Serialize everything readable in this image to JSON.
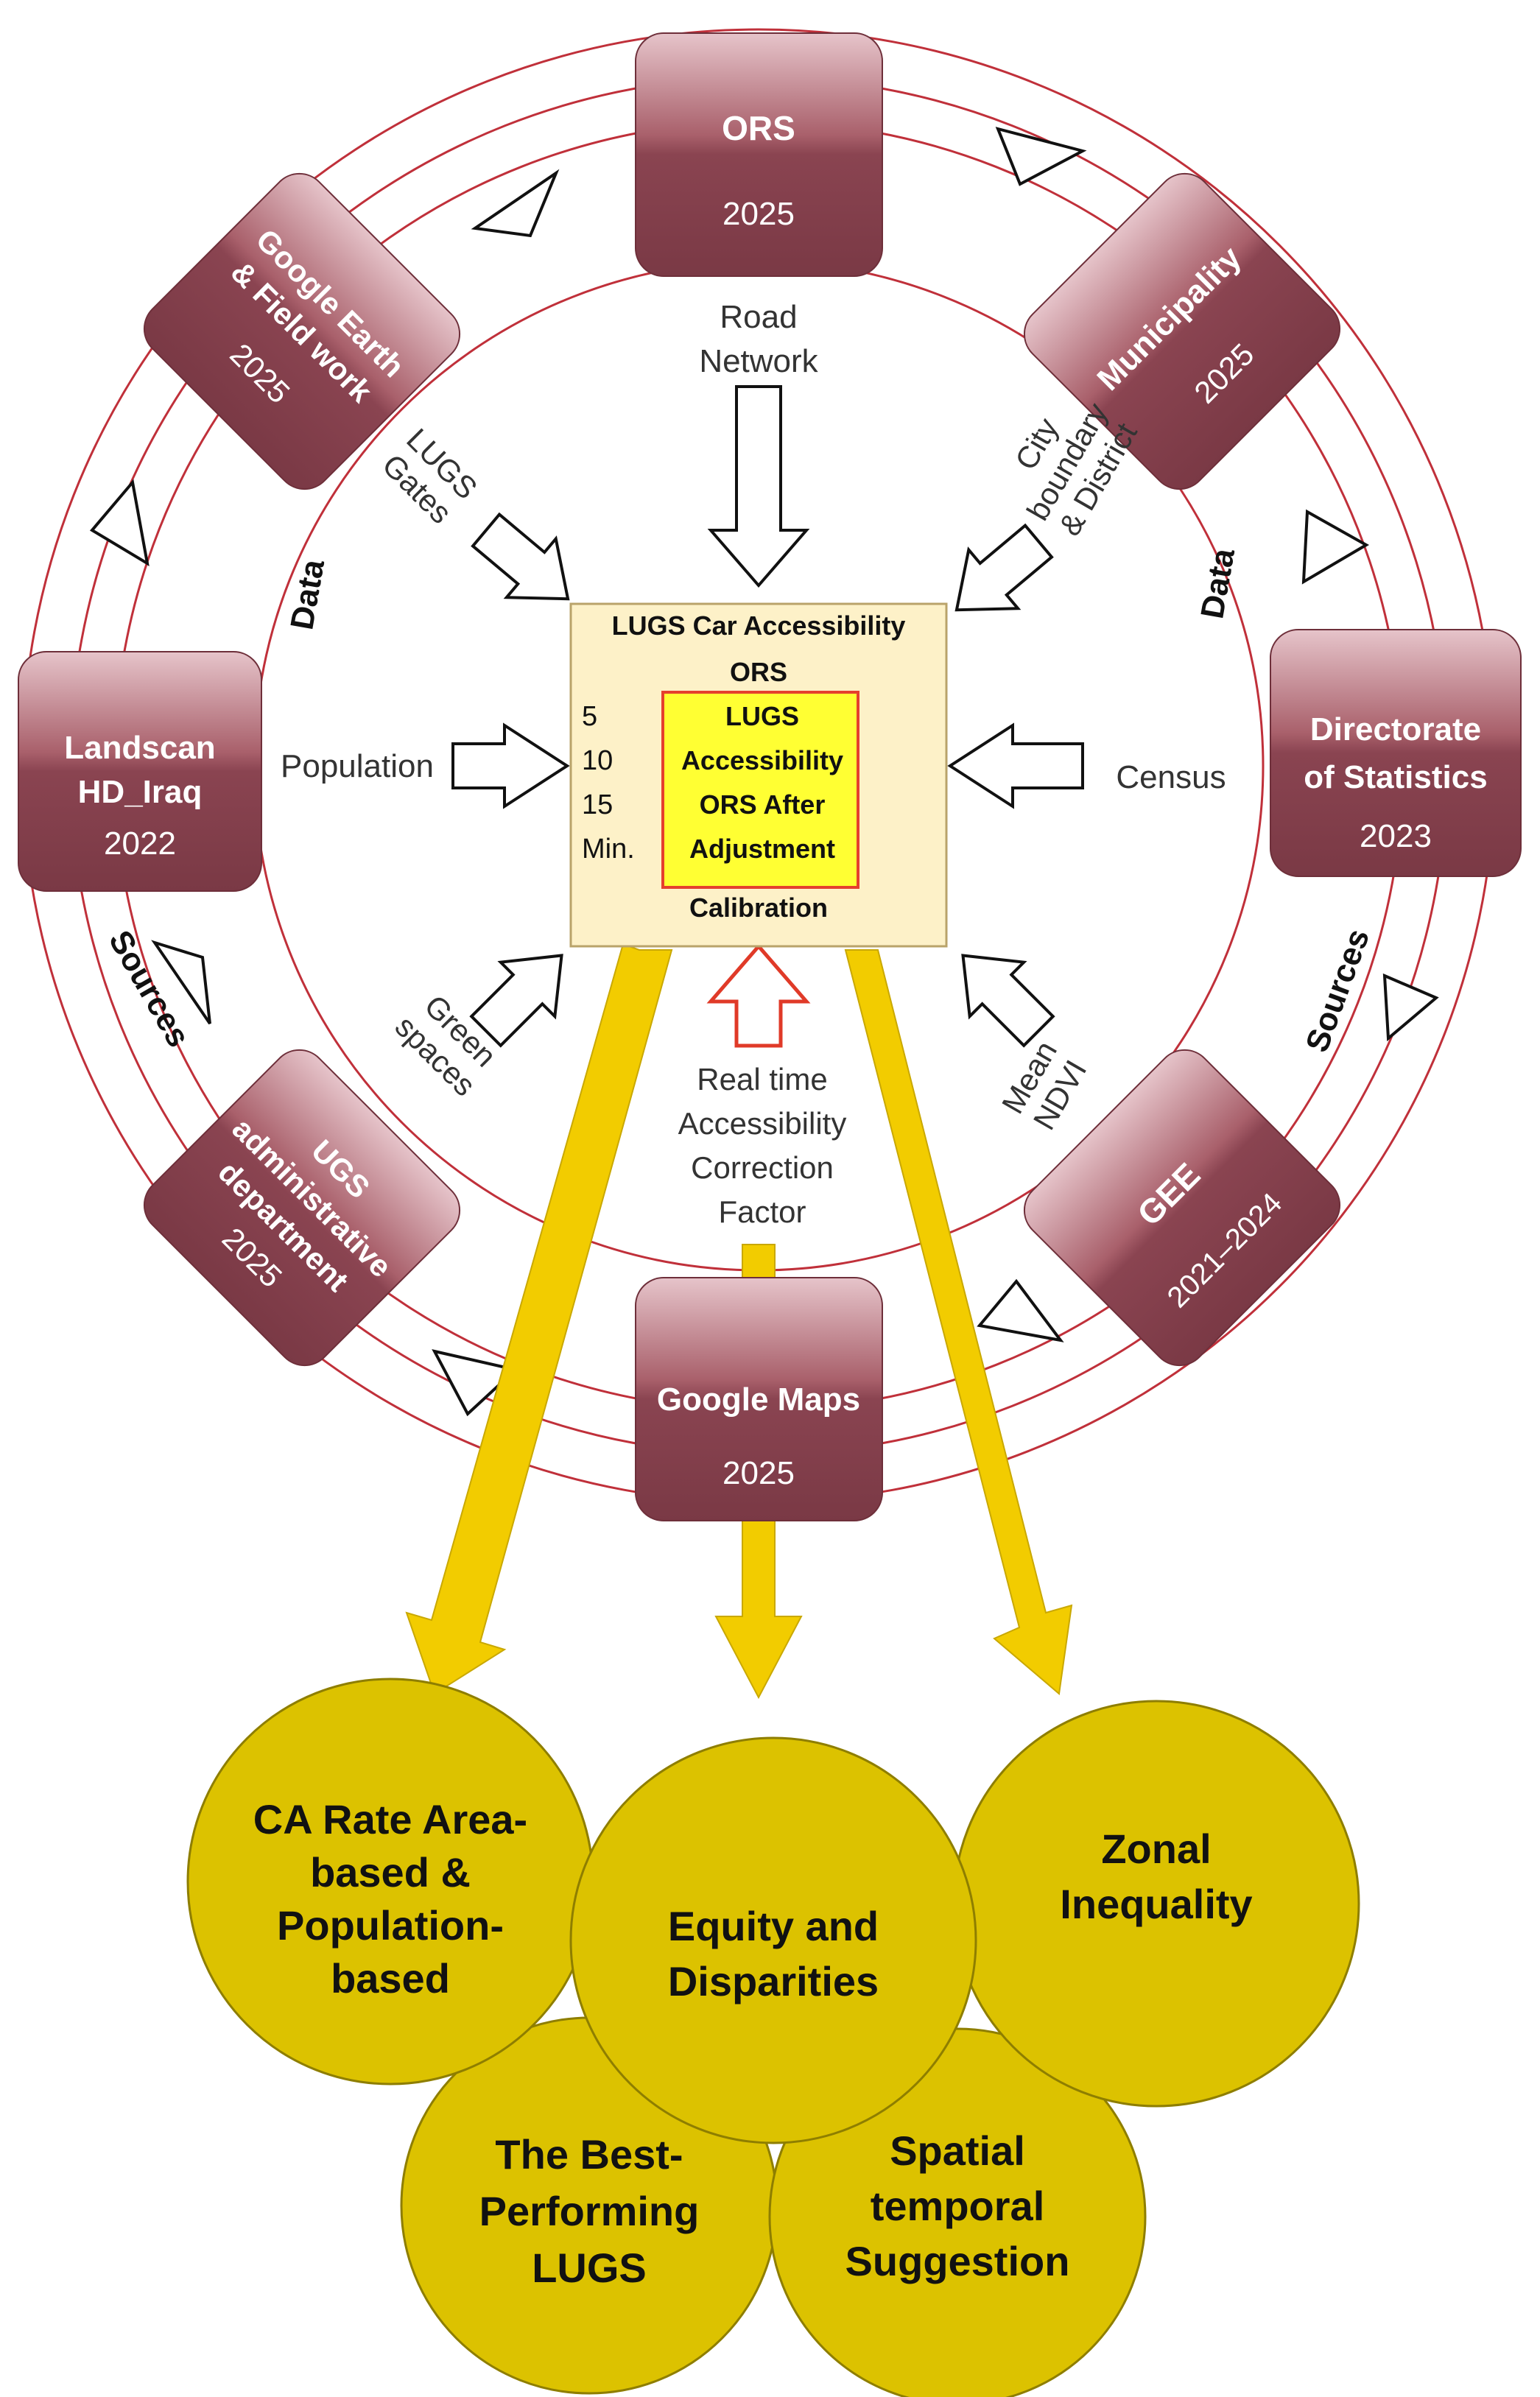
{
  "sources": {
    "ors": {
      "name": "ORS",
      "year": "2025"
    },
    "municipality": {
      "name": "Municipality",
      "year": "2025"
    },
    "directorate": {
      "name1": "Directorate",
      "name2": "of Statistics",
      "year": "2023"
    },
    "gee": {
      "name": "GEE",
      "year": "2021–2024"
    },
    "google_maps": {
      "name": "Google Maps",
      "year": "2025"
    },
    "ugs_admin": {
      "name1": "UGS",
      "name2": "administrative",
      "name3": "department",
      "year": "2025"
    },
    "landscan": {
      "name1": "Landscan",
      "name2": "HD_Iraq",
      "year": "2022"
    },
    "google_earth": {
      "name1": "Google Earth",
      "name2": "& Field work",
      "year": "2025"
    }
  },
  "ring_labels": {
    "data_left": "Data",
    "data_right": "Data",
    "sources_left": "Sources",
    "sources_right": "Sources"
  },
  "inputs": {
    "road_network": {
      "line1": "Road",
      "line2": "Network"
    },
    "city_boundary": {
      "line1": "City",
      "line2": "boundary",
      "line3": "& District"
    },
    "lugs_gates": {
      "line1": "LUGS",
      "line2": "Gates"
    },
    "population": "Population",
    "census": "Census",
    "green_spaces": {
      "line1": "Green",
      "line2": "spaces"
    },
    "mean_ndvi": {
      "line1": "Mean",
      "line2": "NDVI"
    },
    "correction": {
      "line1": "Real time",
      "line2": "Accessibility",
      "line3": "Correction",
      "line4": "Factor"
    }
  },
  "center": {
    "title1": "LUGS Car Accessibility",
    "title2": "ORS",
    "minutes": [
      "5",
      "10",
      "15",
      "Min."
    ],
    "inner": [
      "LUGS",
      "Accessibility",
      "ORS After",
      "Adjustment"
    ],
    "calibration": "Calibration"
  },
  "outputs": {
    "ca_rate": [
      "CA Rate Area-",
      "based &",
      "Population-",
      "based"
    ],
    "equity": [
      "Equity and",
      "Disparities"
    ],
    "zonal": [
      "Zonal",
      "Inequality"
    ],
    "best": [
      "The Best-",
      "Performing",
      "LUGS"
    ],
    "spatial": [
      "Spatial",
      "temporal",
      "Suggestion"
    ]
  },
  "colors": {
    "box": "#8e4a55",
    "ring": "#c0303a",
    "arrow_gold": "#f2cc00",
    "circle_gold": "#dcc200",
    "center_fill": "#fdf1c8",
    "inner_fill": "#ffff33"
  }
}
